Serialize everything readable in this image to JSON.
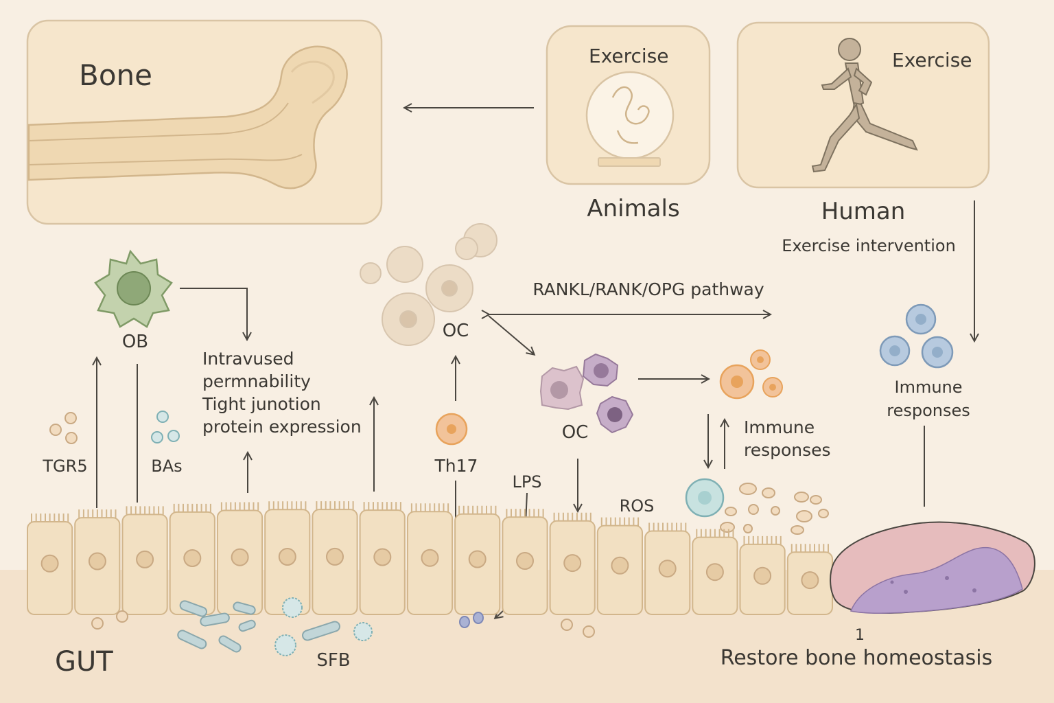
{
  "colors": {
    "background": "#f8efe3",
    "panel_fill": "#f6e6cc",
    "panel_stroke": "#d9c4a4",
    "bone": "#efd8b2",
    "osteoblast": "#8fa878",
    "osteoclast": "#d7c5ae",
    "purple_cell": "#a68aa9",
    "orange_cell": "#e8a35c",
    "blue_cell": "#93aec9",
    "teal_cell": "#a8d0d0",
    "gut_cell": "#f2e0c2",
    "spleen_pink": "#dbadb3",
    "spleen_purple": "#a991bd",
    "arrow": "#4a4640"
  },
  "icons": [
    "bone-icon",
    "animal-figure-icon",
    "runner-icon",
    "bacteria-icon"
  ],
  "labels": {
    "bone": "Bone",
    "exercise_animals": "Exercise",
    "exercise_human": "Exercise",
    "animals": "Animals",
    "human": "Human",
    "exercise_intervention": "Exercise intervention",
    "rankl": "RANKL/RANK/OPG pathway",
    "ob": "OB",
    "oc_top": "OC",
    "oc_mid": "OC",
    "permeability": [
      "Intravused",
      "permnability",
      "Tight junotion",
      "protein expression"
    ],
    "tgr5": "TGR5",
    "bas": "BAs",
    "th17": "Th17",
    "lps": "LPS",
    "ros": "ROS",
    "immune_mid": [
      "Immune",
      "responses"
    ],
    "immune_right": [
      "Immune",
      "responses"
    ],
    "gut": "GUT",
    "sfb": "SFB",
    "restore_number": "1",
    "restore": "Restore bone homeostasis"
  }
}
